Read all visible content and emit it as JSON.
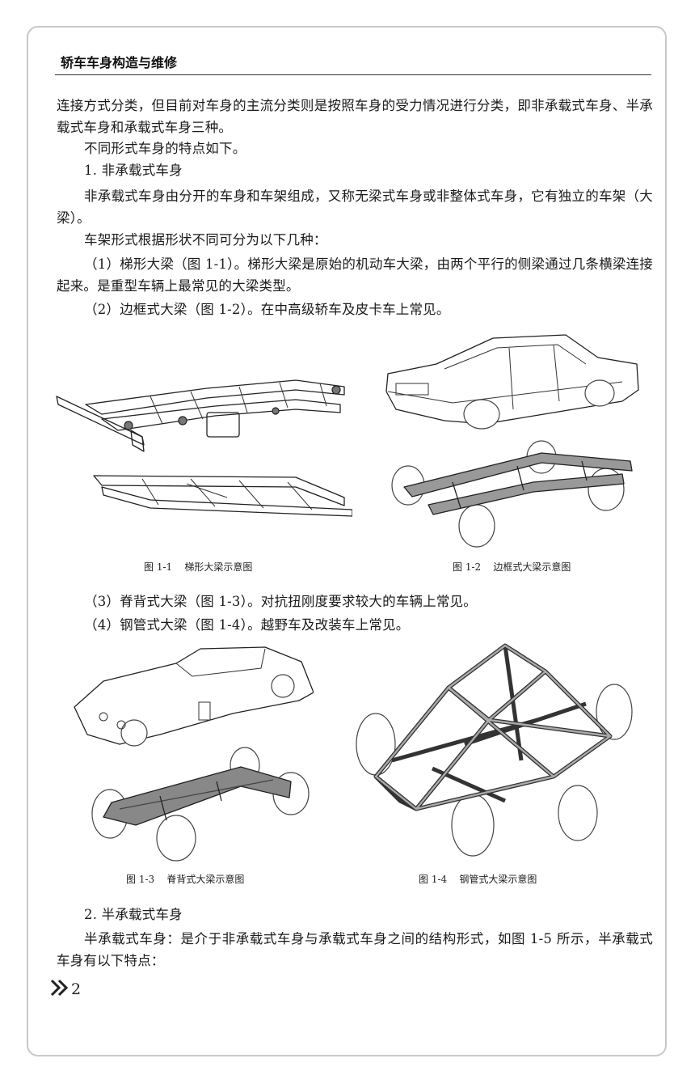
{
  "header": {
    "title": "轿车车身构造与维修"
  },
  "paragraphs": {
    "p1": "连接方式分类，但目前对车身的主流分类则是按照车身的受力情况进行分类，即非承载式车身、半承载式车身和承载式车身三种。",
    "p2": "不同形式车身的特点如下。",
    "h1": "1. 非承载式车身",
    "p3": "非承载式车身由分开的车身和车架组成，又称无梁式车身或非整体式车身，它有独立的车架（大梁）。",
    "p4": "车架形式根据形状不同可分为以下几种：",
    "p5": "（1）梯形大梁（图 1-1）。梯形大梁是原始的机动车大梁，由两个平行的侧梁通过几条横梁连接起来。是重型车辆上最常见的大梁类型。",
    "p6": "（2）边框式大梁（图 1-2）。在中高级轿车及皮卡车上常见。",
    "p7": "（3）脊背式大梁（图 1-3）。对抗扭刚度要求较大的车辆上常见。",
    "p8": "（4）钢管式大梁（图 1-4）。越野车及改装车上常见。",
    "h2": "2. 半承载式车身",
    "p9": "半承载式车身：是介于非承载式车身与承载式车身之间的结构形式，如图 1-5 所示，半承载式车身有以下特点："
  },
  "figures": {
    "fig1_caption": "图 1-1    梯形大梁示意图",
    "fig2_caption": "图 1-2    边框式大梁示意图",
    "fig3_caption": "图 1-3    脊背式大梁示意图",
    "fig4_caption": "图 1-4    钢管式大梁示意图"
  },
  "footer": {
    "page_number": "2",
    "marker_icon": "double-chevron-icon"
  }
}
